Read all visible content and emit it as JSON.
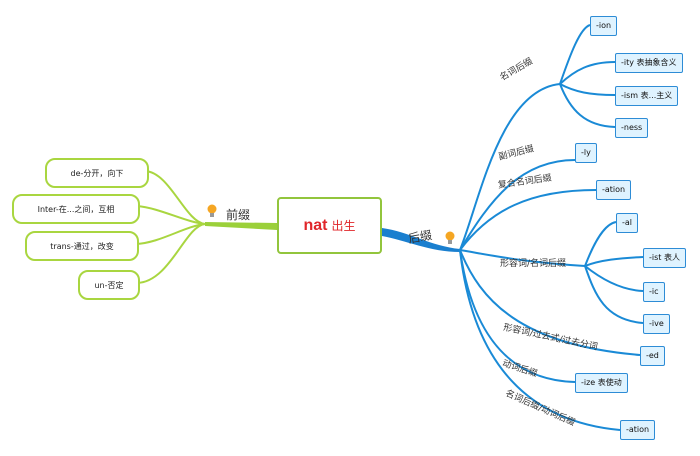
{
  "root": {
    "word": "nat",
    "meaning": "出生"
  },
  "left": {
    "label": "前缀",
    "items": [
      "de-分开，向下",
      "Inter-在...之间，互相",
      "trans-通过，改变",
      "un-否定"
    ]
  },
  "right": {
    "label": "后缀",
    "groups": [
      {
        "label": "名词后缀",
        "items": [
          "-ion",
          "-ity 表抽象含义",
          "-ism 表...主义",
          "-ness"
        ]
      },
      {
        "label": "副词后缀",
        "items": [
          "-ly"
        ]
      },
      {
        "label": "复合名词后缀",
        "items": [
          "-ation"
        ]
      },
      {
        "label": "形容词/名词后缀",
        "items": [
          "-al",
          "-ist 表人",
          "-ic",
          "-ive"
        ]
      },
      {
        "label": "形容词/过去式/过去分词",
        "items": [
          "-ed"
        ]
      },
      {
        "label": "动词后缀",
        "items": [
          "-ize 表使动"
        ]
      },
      {
        "label": "名词后缀/动词后缀",
        "items": [
          "-ation"
        ]
      }
    ]
  },
  "colors": {
    "left_branch": "#9bd03a",
    "right_branch": "#1a7fcf",
    "root_text": "#e0262a"
  },
  "icons": [
    "lightbulb-icon",
    "lightbulb-icon"
  ]
}
